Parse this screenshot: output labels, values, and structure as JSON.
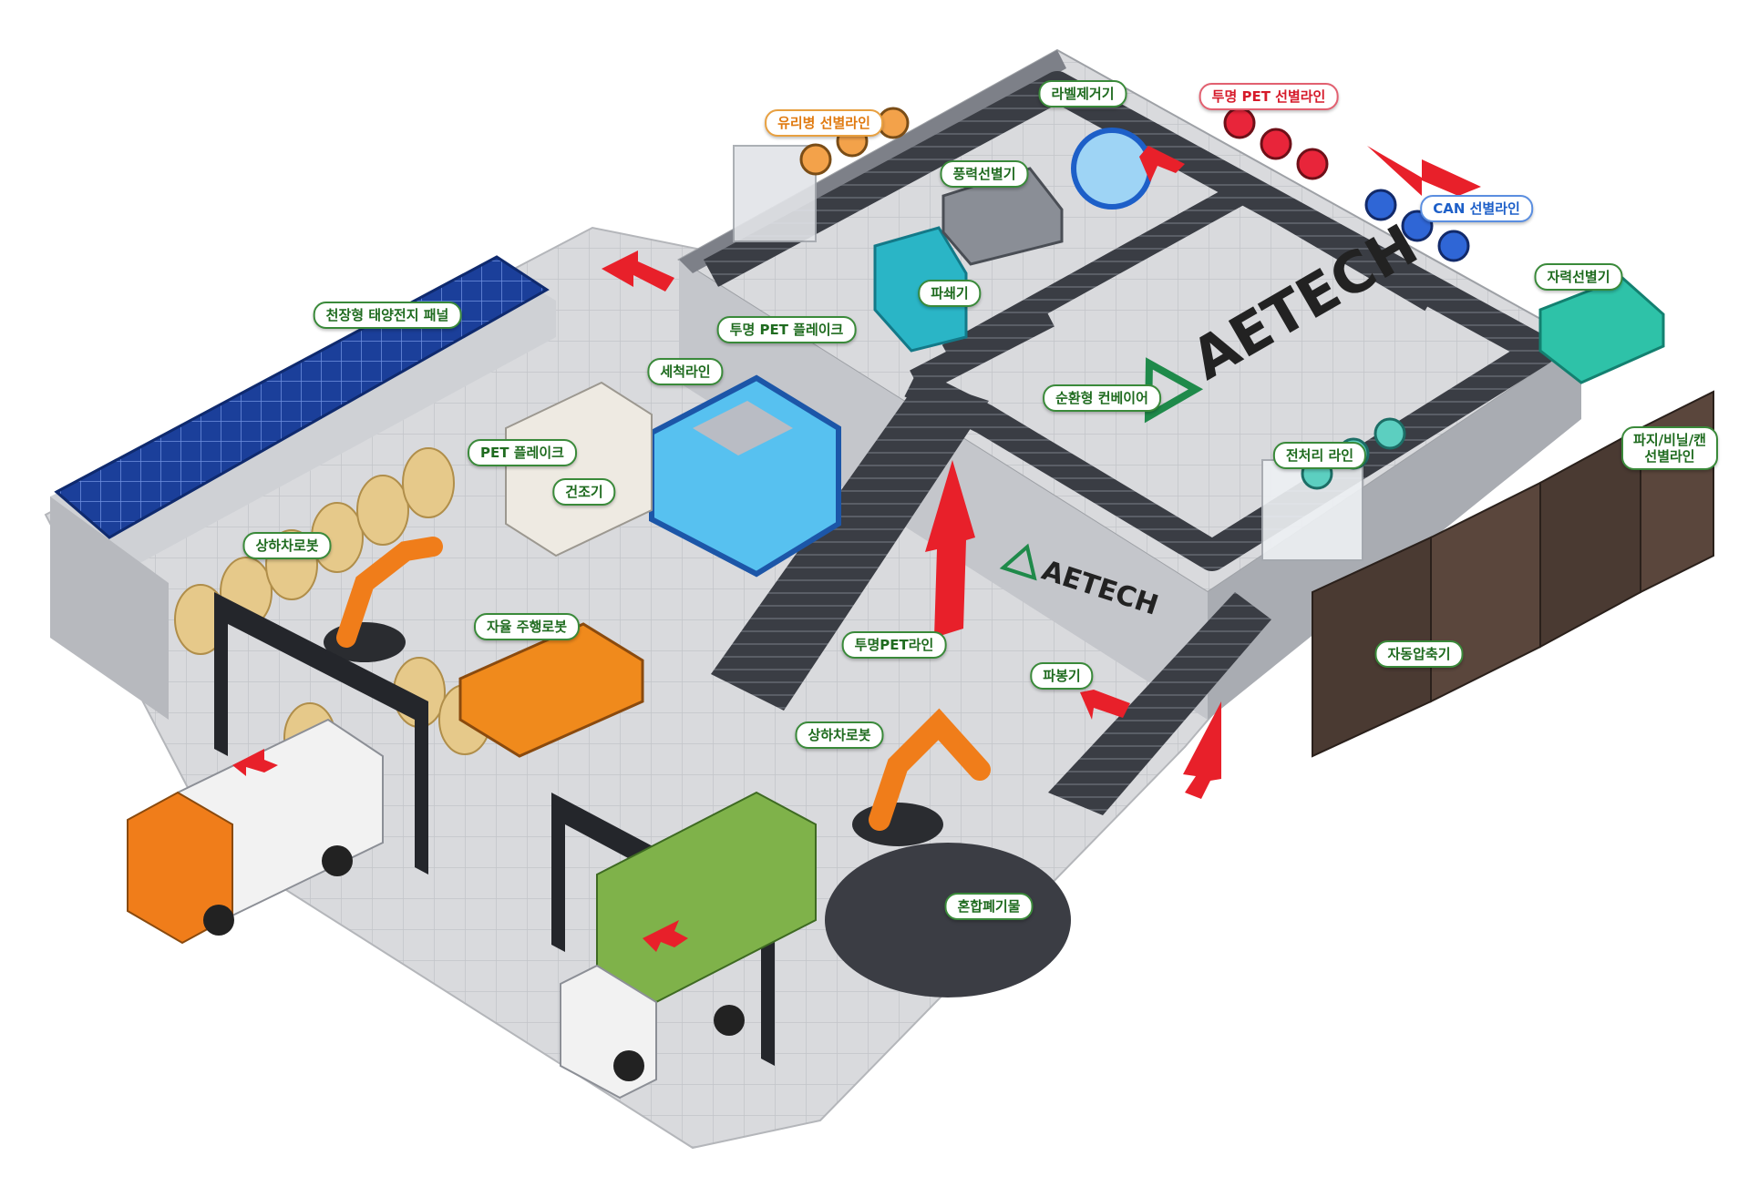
{
  "brand": {
    "logo_text": "AETECH",
    "accent": "#1f6b1f",
    "arrow_color": "#e8202a"
  },
  "labels": {
    "glass_line": "유리병 선별라인",
    "label_remover": "라벨제거기",
    "clear_pet_sort_line": "투명 PET 선별라인",
    "wind_separator": "풍력선별기",
    "can_line": "CAN 선별라인",
    "magnetic_separator": "자력선별기",
    "shredder": "파쇄기",
    "solar_panel": "천장형 태양전지 패널",
    "clear_pet_flake": "투명 PET 플레이크",
    "washing_line": "세척라인",
    "circular_conveyor": "순환형 컨베이어",
    "pet_flake": "PET 플레이크",
    "dryer": "건조기",
    "pretreatment_line": "전처리 라인",
    "paper_vinyl_can_line": "파지/비닐/캔 선별라인",
    "loading_robot_1": "상하차로봇",
    "agv_robot": "자율 주행로봇",
    "clear_pet_line": "투명PET라인",
    "auto_compressor": "자동압축기",
    "bag_opener": "파봉기",
    "loading_robot_2": "상하차로봇",
    "mixed_waste": "혼합폐기물"
  }
}
